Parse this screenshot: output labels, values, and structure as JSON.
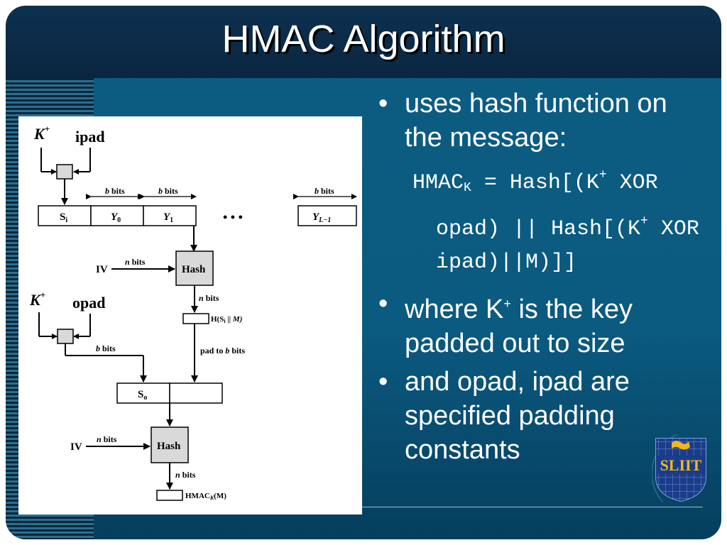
{
  "title": "HMAC Algorithm",
  "bullets": [
    {
      "text": "uses hash function on the message:"
    },
    {
      "text_pre": "where K",
      "sup": "+",
      "text_post": " is the key padded out to size"
    },
    {
      "text": "and opad, ipad are specified padding constants"
    }
  ],
  "code": {
    "hmac": "HMAC",
    "sub_k": "K",
    "eq": " = Hash[(K",
    "plus1": "+",
    "xor_opad": " XOR opad) || Hash[(K",
    "plus2": "+",
    "xor_ipad": " XOR ipad)||M)]]"
  },
  "diagram": {
    "k_plus": "K",
    "plus": "+",
    "ipad": "ipad",
    "opad": "opad",
    "b_bits": "b bits",
    "n_bits": "n bits",
    "s_i": "S",
    "s_i_sub": "i",
    "s_o": "S",
    "s_o_sub": "o",
    "y0": "Y",
    "y0_sub": "0",
    "y1": "Y",
    "y1_sub": "1",
    "yl": "Y",
    "yl_sub": "L−1",
    "dots": "• • •",
    "iv": "IV",
    "hash": "Hash",
    "h_si_m": "H(S",
    "h_si_m_sub": "i",
    "h_si_m_rest": " || M)",
    "pad_to": "pad to b bits",
    "hmac_out": "HMAC",
    "hmac_out_sub": "K",
    "hmac_out_rest": "(M)"
  },
  "logo": {
    "text": "SLIIT"
  },
  "colors": {
    "title_bar": "#0d3150",
    "content": "#0c5c82",
    "hash_box": "#d9d9d9"
  }
}
